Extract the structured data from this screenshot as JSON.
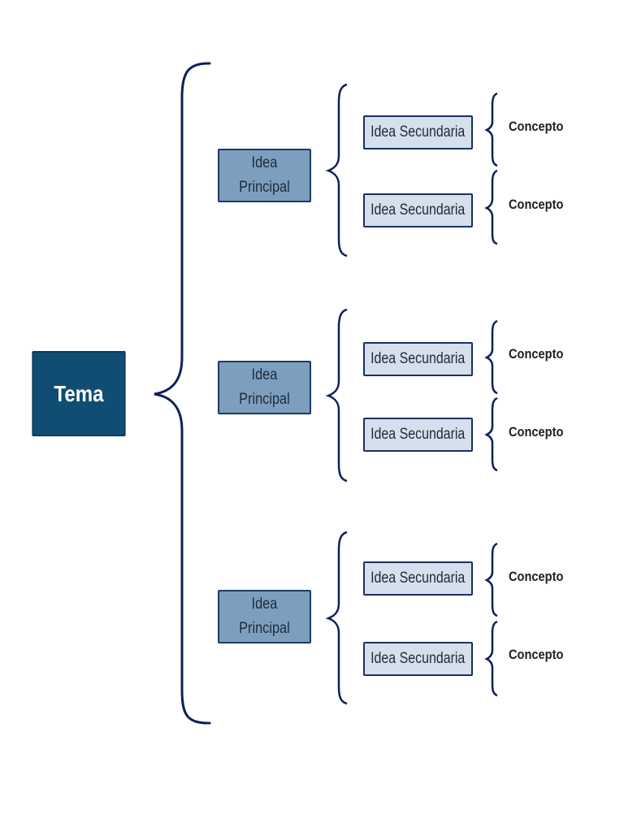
{
  "tema": "Tema",
  "groups": [
    {
      "principal": [
        "Idea",
        "Principal"
      ],
      "secundarias": [
        {
          "label": "Idea Secundaria",
          "concepto": "Concepto"
        },
        {
          "label": "Idea Secundaria",
          "concepto": "Concepto"
        }
      ]
    },
    {
      "principal": [
        "Idea",
        "Principal"
      ],
      "secundarias": [
        {
          "label": "Idea Secundaria",
          "concepto": "Concepto"
        },
        {
          "label": "Idea Secundaria",
          "concepto": "Concepto"
        }
      ]
    },
    {
      "principal": [
        "Idea",
        "Principal"
      ],
      "secundarias": [
        {
          "label": "Idea Secundaria",
          "concepto": "Concepto"
        },
        {
          "label": "Idea Secundaria",
          "concepto": "Concepto"
        }
      ]
    }
  ],
  "colors": {
    "brace": "#0f1f5c",
    "tema_fill": "#0f4d73",
    "principal_fill": "#7d9fbd",
    "secundaria_fill": "#d4e0ea"
  }
}
